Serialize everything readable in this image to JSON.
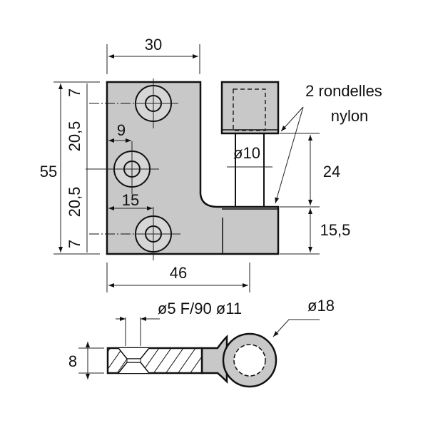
{
  "front_view": {
    "width_top": "30",
    "height_total": "55",
    "hole_spacing": [
      "7",
      "20,5",
      "20,5",
      "7"
    ],
    "offset_middle_hole": "9",
    "offset_outer_holes": "15",
    "width_total": "46",
    "pin_diameter": "ø10",
    "pin_height": "24",
    "base_height": "15,5",
    "washer_note_line1": "2 rondelles",
    "washer_note_line2": "nylon"
  },
  "section_view": {
    "hole_spec": "ø5 F/90 ø11",
    "eye_diameter": "ø18",
    "thickness": "8"
  },
  "colors": {
    "part_fill": "#c8c8c8",
    "line": "#111111"
  }
}
